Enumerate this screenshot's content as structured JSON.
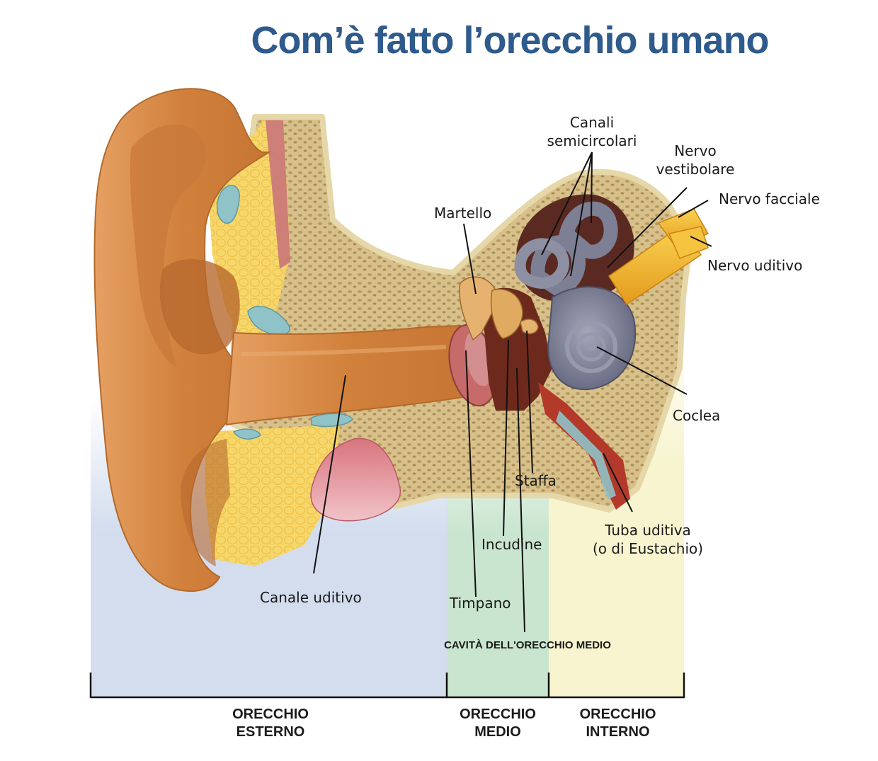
{
  "title": "Com’è fatto l’orecchio umano",
  "labels": {
    "canali": "Canali\nsemicircolari",
    "nervo_vestibolare": "Nervo\nvestibolare",
    "nervo_facciale": "Nervo facciale",
    "nervo_uditivo": "Nervo uditivo",
    "martello": "Martello",
    "coclea": "Coclea",
    "staffa": "Staffa",
    "tuba": "Tuba uditiva\n(o di Eustachio)",
    "incudine": "Incudine",
    "canale_uditivo": "Canale uditivo",
    "timpano": "Timpano"
  },
  "cavity_label": "CAVITÀ DELL'ORECCHIO MEDIO",
  "sections": {
    "esterno": "ORECCHIO\nESTERNO",
    "medio": "ORECCHIO\nMEDIO",
    "interno": "ORECCHIO\nINTERNO"
  },
  "colors": {
    "title": "#2e5a8c",
    "zone_esterno": "#d3ddee",
    "zone_medio": "#c9e5cf",
    "zone_interno": "#f7f4cf",
    "skin": "#d98a45",
    "bone": "#e4cf97",
    "fat": "#f7d66a",
    "cochlea": "#7d7f94",
    "nerve": "#f2b530"
  }
}
